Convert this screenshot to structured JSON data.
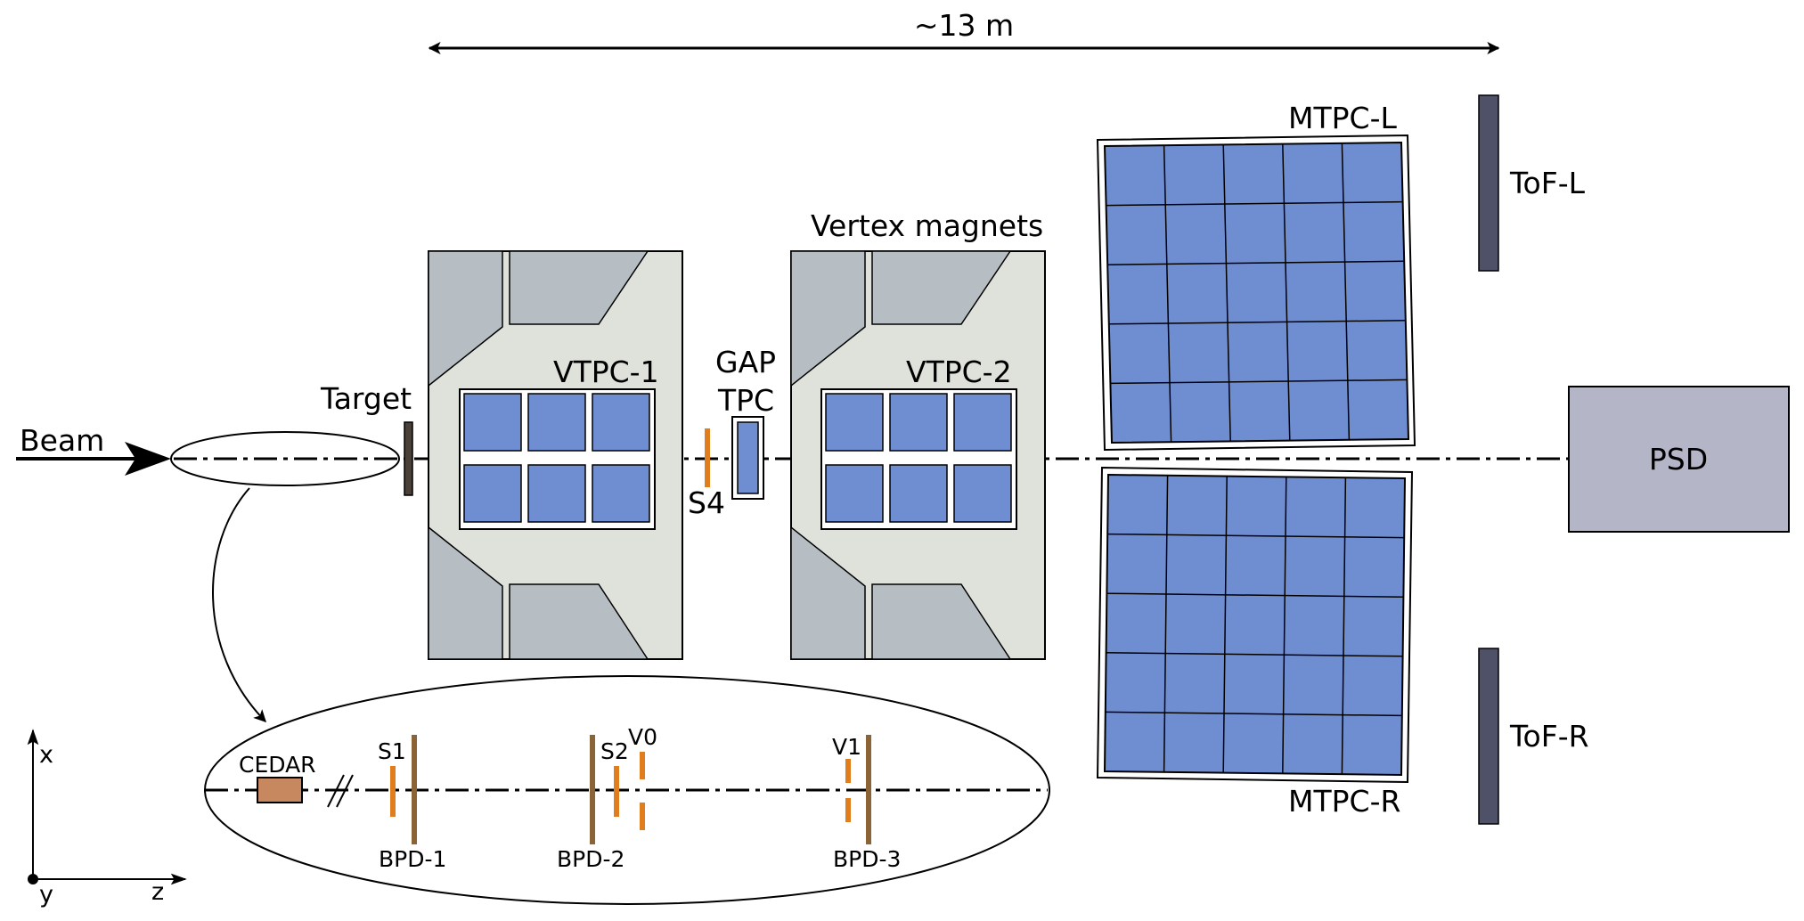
{
  "labels": {
    "scale": "~13 m",
    "beam": "Beam",
    "target": "Target",
    "vtpc1": "VTPC-1",
    "vtpc2": "VTPC-2",
    "gap_line1": "GAP",
    "gap_line2": "TPC",
    "s4": "S4",
    "vertex_magnets": "Vertex magnets",
    "mtpc_l": "MTPC-L",
    "mtpc_r": "MTPC-R",
    "tof_l": "ToF-L",
    "tof_r": "ToF-R",
    "psd": "PSD",
    "cedar": "CEDAR",
    "s1": "S1",
    "s2": "S2",
    "v0": "V0",
    "v1": "V1",
    "bpd1": "BPD-1",
    "bpd2": "BPD-2",
    "bpd3": "BPD-3",
    "axis_x": "x",
    "axis_y": "y",
    "axis_z": "z"
  },
  "colors": {
    "tpc_cell": "#6f8ed1",
    "magnet_body": "#dfe1db",
    "magnet_yoke": "#b7bec3",
    "tof": "#4f5169",
    "psd": "#b5b5c8",
    "counter": "#e07e1e",
    "bpd": "#8a6336",
    "cedar": "#c8885f",
    "target": "#4a4038"
  }
}
